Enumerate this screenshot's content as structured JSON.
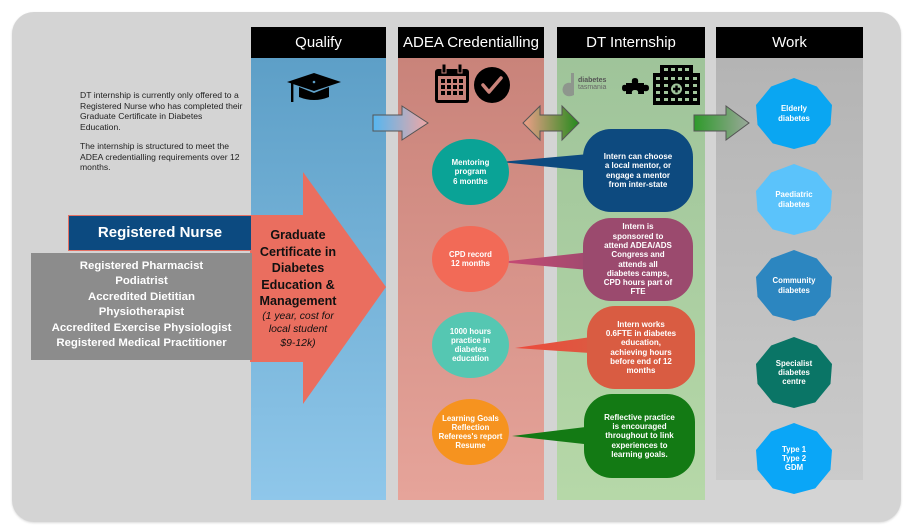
{
  "intro": {
    "paragraph1": "DT internship is currently only offered to a Registered Nurse who has completed their Graduate Certificate in Diabetes Education.",
    "paragraph2": "The internship is structured to meet the ADEA credentialling requirements over 12 months."
  },
  "columns": [
    {
      "title": "Qualify",
      "icon": "graduation-cap-icon",
      "color": "#5d9fc7"
    },
    {
      "title": "ADEA Credentialling",
      "icon": "calendar-check-icon",
      "color": "#c9837a"
    },
    {
      "title": "DT Internship",
      "icon": "diabetes-tasmania-logo-puzzle-hospital-icon",
      "color": "#9fc49a"
    },
    {
      "title": "Work",
      "icon": "none",
      "color": "#b4b4b4"
    }
  ],
  "logo": {
    "line1": "diabetes",
    "line2": "tasmania"
  },
  "entry": {
    "primary": "Registered Nurse",
    "others": [
      "Registered Pharmacist",
      "Podiatrist",
      "Accredited Dietitian",
      "Physiotherapist",
      "Accredited Exercise Physiologist",
      "Registered Medical Practitioner"
    ]
  },
  "qualification": {
    "title_lines": [
      "Graduate",
      "Certificate in",
      "Diabetes",
      "Education &",
      "Management"
    ],
    "subtitle_lines": [
      "(1 year, cost for",
      "local student",
      "$9-12k)"
    ],
    "color": "#ea6e5f"
  },
  "requirements": [
    {
      "lines": [
        "Mentoring",
        "program",
        "6 months"
      ],
      "color": "#0aa396"
    },
    {
      "lines": [
        "CPD record",
        "12 months"
      ],
      "color": "#f26a57"
    },
    {
      "lines": [
        "1000 hours",
        "practice in",
        "diabetes",
        "education"
      ],
      "color": "#55c7b2"
    },
    {
      "lines": [
        "Learning Goals",
        "Reflection",
        "Referees's report",
        "Resume"
      ],
      "color": "#f6931f"
    }
  ],
  "internship": [
    {
      "lines": [
        "Intern can choose",
        "a local mentor, or",
        "engage a mentor",
        "from inter-state"
      ],
      "color": "#0d4a7f"
    },
    {
      "lines": [
        "Intern is",
        "sponsored to",
        "attend ADEA/ADS",
        "Congress and",
        "attends all",
        "diabetes camps,",
        "CPD hours part of",
        "FTE"
      ],
      "color": "#9b4a6e"
    },
    {
      "lines": [
        "Intern works",
        "0.6FTE in diabetes",
        "education,",
        "achieving hours",
        "before end of 12",
        "months"
      ],
      "color": "#d95c42"
    },
    {
      "lines": [
        "Reflective practice",
        "is encouraged",
        "throughout to link",
        "experiences to",
        "learning goals."
      ],
      "color": "#137a14"
    }
  ],
  "work": [
    {
      "lines": [
        "Elderly",
        "diabetes"
      ],
      "color": "#0aa6f2"
    },
    {
      "lines": [
        "Paediatric",
        "diabetes"
      ],
      "color": "#5bc3fb"
    },
    {
      "lines": [
        "Community",
        "diabetes"
      ],
      "color": "#2c86c0"
    },
    {
      "lines": [
        "Specialist",
        "diabetes",
        "centre"
      ],
      "color": "#0a7566"
    },
    {
      "lines": [
        "Type 1",
        "Type 2",
        "GDM"
      ],
      "color": "#0aa6f7"
    }
  ]
}
